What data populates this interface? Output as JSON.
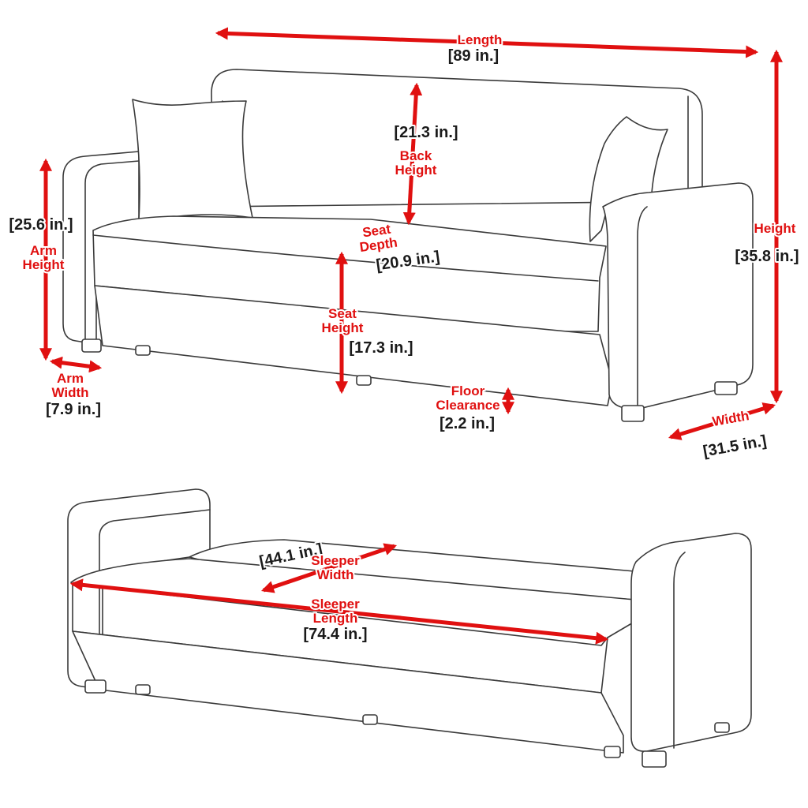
{
  "colors": {
    "dimension": "#e01010",
    "value": "#1a1a1a",
    "outline": "#3a3a3a"
  },
  "sofa": {
    "length": {
      "label": "Length",
      "value": "[89 in.]"
    },
    "back_height": {
      "label_1": "Back",
      "label_2": "Height",
      "value": "[21.3 in.]"
    },
    "arm_height": {
      "label_1": "Arm",
      "label_2": "Height",
      "value": "[25.6 in.]"
    },
    "seat_depth": {
      "label_1": "Seat",
      "label_2": "Depth",
      "value": "[20.9 in.]"
    },
    "height": {
      "label": "Height",
      "value": "[35.8 in.]"
    },
    "seat_height": {
      "label_1": "Seat",
      "label_2": "Height",
      "value": "[17.3 in.]"
    },
    "arm_width": {
      "label_1": "Arm",
      "label_2": "Width",
      "value": "[7.9 in.]"
    },
    "floor_clearance": {
      "label_1": "Floor",
      "label_2": "Clearance",
      "value": "[2.2 in.]"
    },
    "width": {
      "label": "Width",
      "value": "[31.5 in.]"
    }
  },
  "sleeper": {
    "width": {
      "label_1": "Sleeper",
      "label_2": "Width",
      "value": "[44.1 in.]"
    },
    "length": {
      "label_1": "Sleeper",
      "label_2": "Length",
      "value": "[74.4 in.]"
    }
  }
}
